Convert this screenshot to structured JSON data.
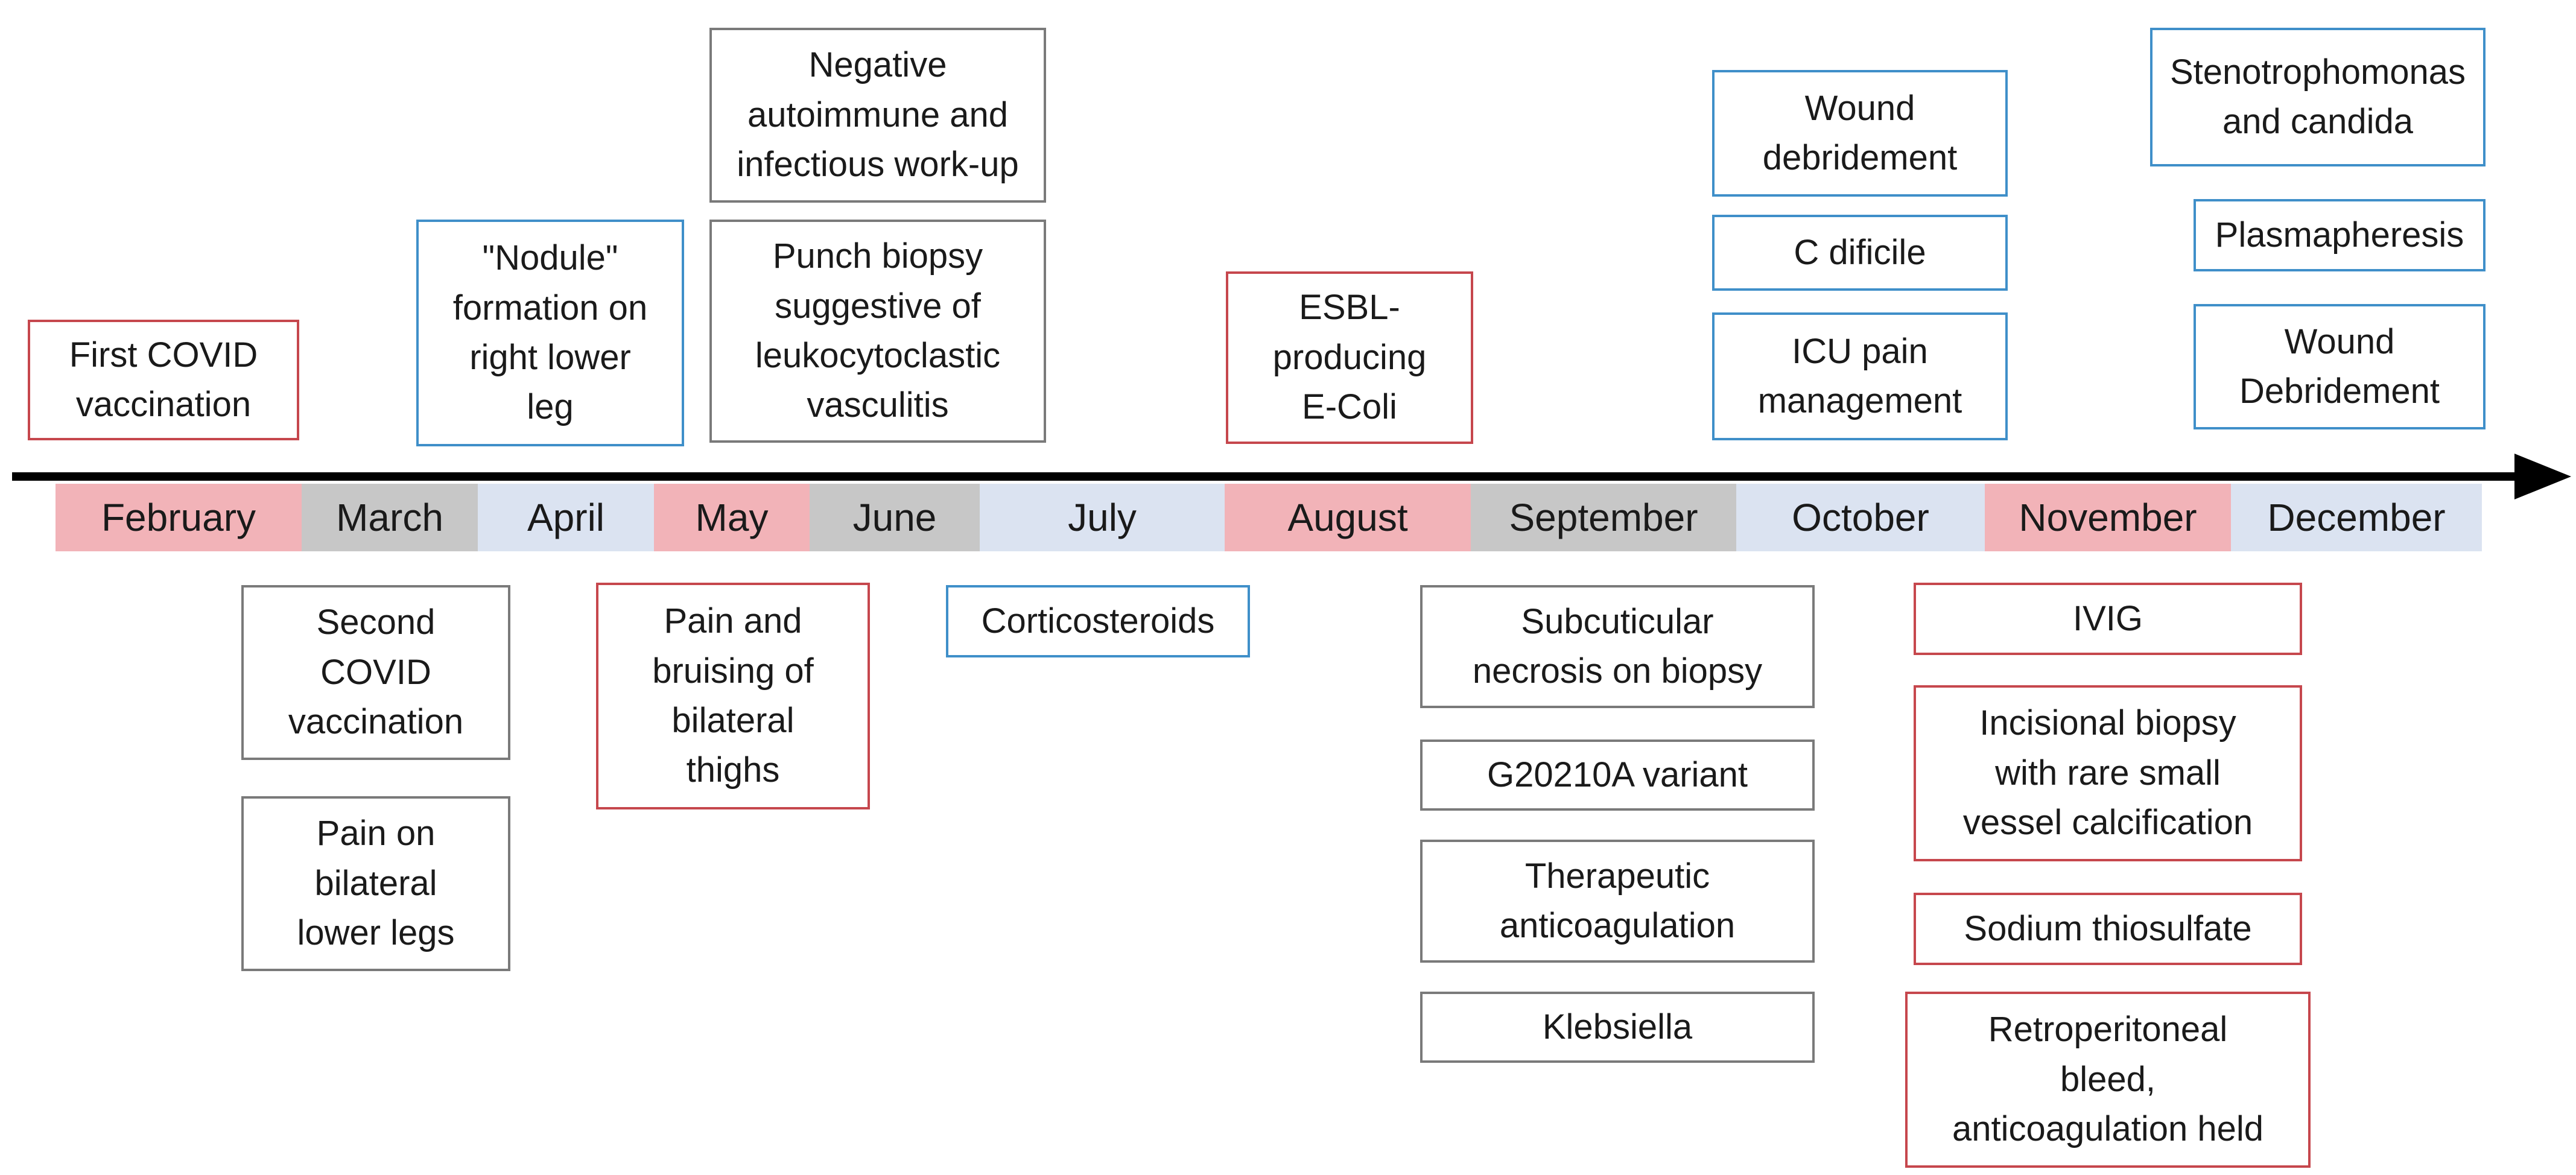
{
  "colors": {
    "red_border": "#c6474d",
    "blue_border": "#3f8fc9",
    "gray_border": "#7a7a7a",
    "month_pink": "#f2b3b8",
    "month_gray": "#c7c7c7",
    "month_blue": "#dbe3f1",
    "axis": "#000000"
  },
  "months": [
    {
      "label": "February",
      "color": "pink"
    },
    {
      "label": "March",
      "color": "gray"
    },
    {
      "label": "April",
      "color": "blue"
    },
    {
      "label": "May",
      "color": "pink"
    },
    {
      "label": "June",
      "color": "gray"
    },
    {
      "label": "July",
      "color": "blue"
    },
    {
      "label": "August",
      "color": "pink"
    },
    {
      "label": "September",
      "color": "gray"
    },
    {
      "label": "October",
      "color": "blue"
    },
    {
      "label": "November",
      "color": "pink"
    },
    {
      "label": "December",
      "color": "blue"
    }
  ],
  "events_above": [
    {
      "text": "First COVID\nvaccination",
      "border": "red"
    },
    {
      "text": "\"Nodule\"\nformation on\nright lower\nleg",
      "border": "blue"
    },
    {
      "text": "Negative\nautoimmune and\ninfectious work-up",
      "border": "gray"
    },
    {
      "text": "Punch biopsy\nsuggestive of\nleukocytoclastic\nvasculitis",
      "border": "gray"
    },
    {
      "text": "ESBL-\nproducing\nE-Coli",
      "border": "red"
    },
    {
      "text": "Wound\ndebridement",
      "border": "blue"
    },
    {
      "text": "C dificile",
      "border": "blue"
    },
    {
      "text": "ICU pain\nmanagement",
      "border": "blue"
    },
    {
      "text": "Stenotrophomonas\nand candida",
      "border": "blue"
    },
    {
      "text": "Plasmapheresis",
      "border": "blue"
    },
    {
      "text": "Wound\nDebridement",
      "border": "blue"
    }
  ],
  "events_below": [
    {
      "text": "Second\nCOVID\nvaccination",
      "border": "gray"
    },
    {
      "text": "Pain on\nbilateral\nlower legs",
      "border": "gray"
    },
    {
      "text": "Pain and\nbruising of\nbilateral\nthighs",
      "border": "red"
    },
    {
      "text": "Corticosteroids",
      "border": "blue"
    },
    {
      "text": "Subcuticular\nnecrosis on biopsy",
      "border": "gray"
    },
    {
      "text": "G20210A variant",
      "border": "gray"
    },
    {
      "text": "Therapeutic\nanticoagulation",
      "border": "gray"
    },
    {
      "text": "Klebsiella",
      "border": "gray"
    },
    {
      "text": "IVIG",
      "border": "red"
    },
    {
      "text": "Incisional biopsy\nwith rare small\nvessel calcification",
      "border": "red"
    },
    {
      "text": "Sodium thiosulfate",
      "border": "red"
    },
    {
      "text": "Retroperitoneal\nbleed,\nanticoagulation held",
      "border": "red"
    }
  ]
}
